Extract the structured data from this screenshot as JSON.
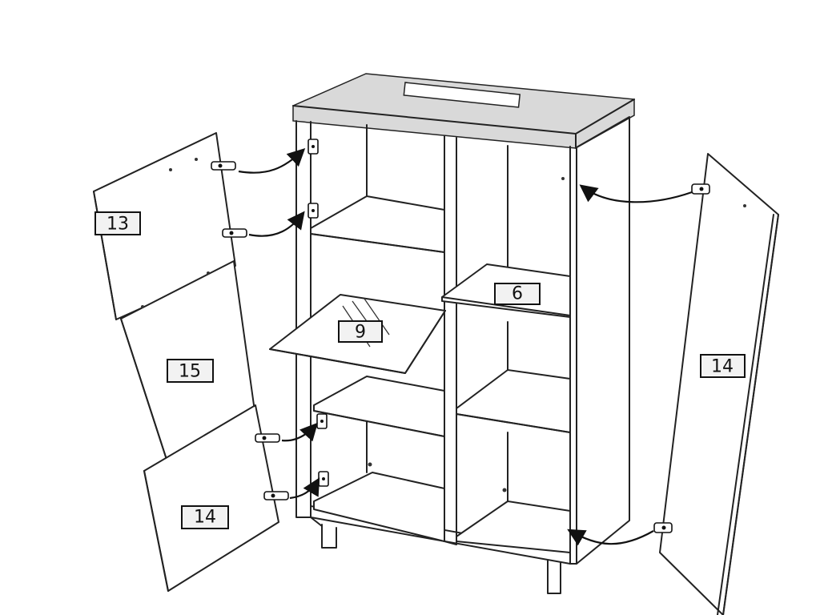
{
  "diagram": {
    "part_labels": {
      "left_upper_door": "13",
      "left_middle_door": "15",
      "left_lower_door": "14",
      "right_door": "14",
      "center_shelf": "9",
      "right_shelf": "6"
    }
  }
}
